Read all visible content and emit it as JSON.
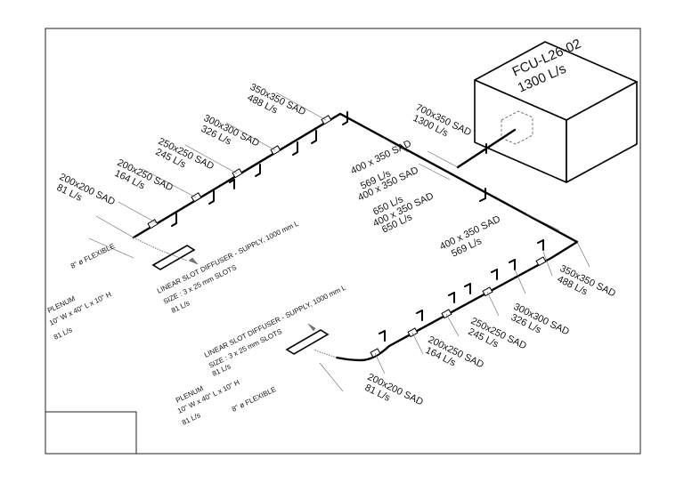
{
  "fcu": {
    "line1": "FCU-L26-02",
    "line2": "1300 L/s"
  },
  "main_duct": [
    {
      "size": "700x350  SAD",
      "flow": "1300 L/s"
    },
    {
      "size": "400 x 350  SAD",
      "flow": "569 L/s"
    },
    {
      "size": "400 x 350  SAD",
      "flow": "650 L/s"
    },
    {
      "size": "400 x 350  SAD",
      "flow": "650 L/s"
    },
    {
      "size": "400 x 350  SAD",
      "flow": "569 L/s"
    }
  ],
  "upper_branch": [
    {
      "size": "350x350  SAD",
      "flow": "488 L/s"
    },
    {
      "size": "300x300  SAD",
      "flow": "326 L/s"
    },
    {
      "size": "250x250  SAD",
      "flow": "245 L/s"
    },
    {
      "size": "200x250  SAD",
      "flow": "164 L/s"
    },
    {
      "size": "200x200  SAD",
      "flow": "81 L/s"
    }
  ],
  "lower_branch": [
    {
      "size": "350x350  SAD",
      "flow": "488 L/s"
    },
    {
      "size": "300x300  SAD",
      "flow": "326 L/s"
    },
    {
      "size": "250x250  SAD",
      "flow": "245 L/s"
    },
    {
      "size": "200x250  SAD",
      "flow": "164 L/s"
    },
    {
      "size": "200x200  SAD",
      "flow": "81 L/s"
    }
  ],
  "upper_terminal": {
    "diffuser_line1": "LINEAR SLOT DIFFUSER - SUPPLY, 1000 mm L",
    "diffuser_line2": "SIZE : 3 x 25 mm SLOTS",
    "diffuser_line3": "81 L/s",
    "flexible": "8\" ø  FLEXIBLE",
    "plenum_line1": "PLENUM",
    "plenum_line2": "10\" W x 40\" L x 10\" H",
    "plenum_line3": "81 L/s"
  },
  "lower_terminal": {
    "diffuser_line1": "LINEAR SLOT DIFFUSER - SUPPLY, 1000 mm L",
    "diffuser_line2": "SIZE : 3 x 25 mm SLOTS",
    "diffuser_line3": "81 L/s",
    "flexible": "8\" ø  FLEXIBLE",
    "plenum_line1": "PLENUM",
    "plenum_line2": "10\" W x 40\" L x 10\" H",
    "plenum_line3": "81 L/s"
  }
}
